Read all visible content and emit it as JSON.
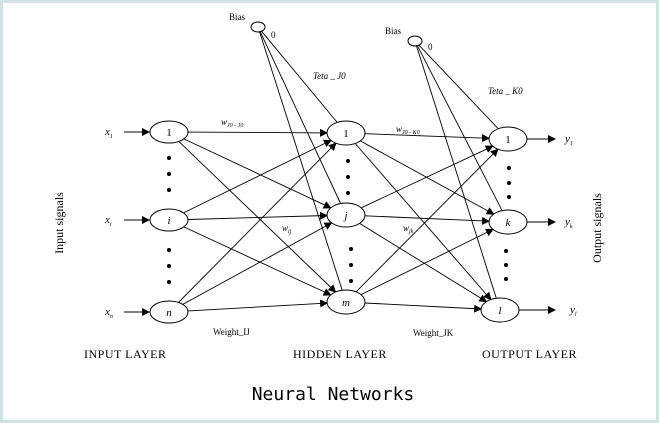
{
  "title": "Neural Networks",
  "input_layer": {
    "label": "INPUT LAYER",
    "side_label": "Input signals",
    "nodes": [
      "1",
      "i",
      "n"
    ],
    "signals": [
      {
        "base": "x",
        "sub": "1"
      },
      {
        "base": "x",
        "sub": "i"
      },
      {
        "base": "x",
        "sub": "n"
      }
    ]
  },
  "hidden_layer": {
    "label": "HIDDEN LAYER",
    "nodes": [
      "1",
      "j",
      "m"
    ],
    "bias_label": "Bias",
    "bias_value": "0",
    "theta_label": "Teta _ J0"
  },
  "output_layer": {
    "label": "OUTPUT LAYER",
    "side_label": "Output signals",
    "nodes": [
      "1",
      "k",
      "l"
    ],
    "bias_label": "Bias",
    "bias_value": "0",
    "theta_label": "Teta _ K0",
    "signals": [
      {
        "base": "y",
        "sub": "1"
      },
      {
        "base": "y",
        "sub": "k"
      },
      {
        "base": "y",
        "sub": "l"
      }
    ]
  },
  "weights": {
    "w_ij_first": {
      "base": "w",
      "sub": "J0 - J0"
    },
    "w_jk_first": {
      "base": "w",
      "sub": "J0 - K0"
    },
    "w_ij": {
      "base": "w",
      "sub": "ij"
    },
    "w_jk": {
      "base": "w",
      "sub": "jk"
    },
    "weight_ij_label": "Weight_IJ",
    "weight_jk_label": "Weight_JK"
  },
  "colors": {
    "border": "#cfe3e5",
    "ink": "#000000"
  }
}
